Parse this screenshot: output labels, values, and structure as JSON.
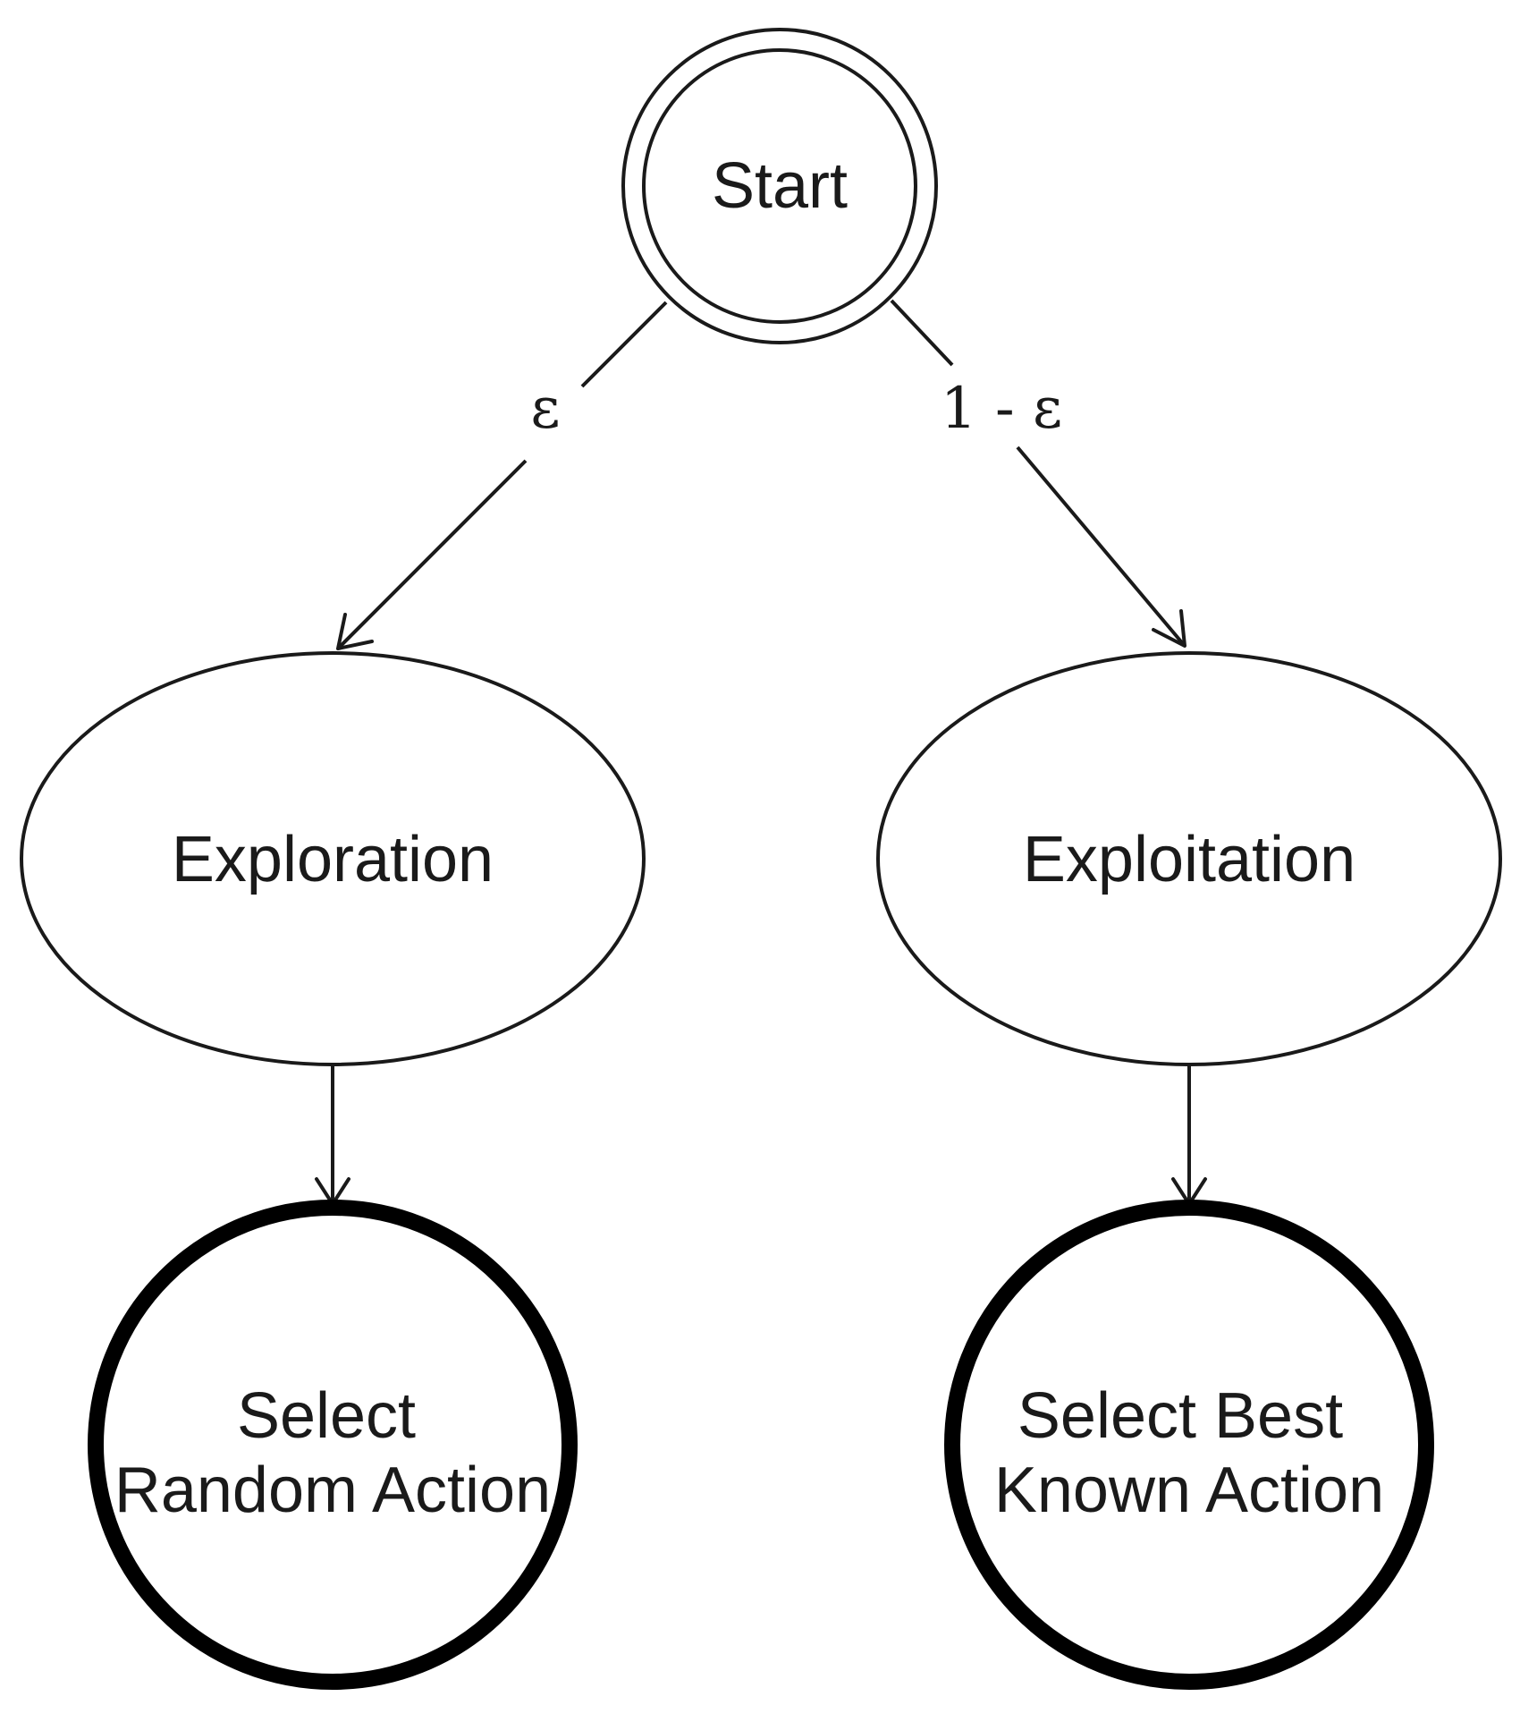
{
  "nodes": {
    "start": {
      "label": "Start"
    },
    "exploration": {
      "label": "Exploration"
    },
    "exploitation": {
      "label": "Exploitation"
    },
    "random_action": {
      "lines": [
        "Select",
        "Random Action"
      ]
    },
    "best_action": {
      "lines": [
        "Select Best",
        "Known Action"
      ]
    }
  },
  "edges": {
    "start_to_exploration": {
      "label": "ε"
    },
    "start_to_exploitation": {
      "label": "1 - ε"
    },
    "exploration_to_random": {
      "label": ""
    },
    "exploitation_to_best": {
      "label": ""
    }
  }
}
